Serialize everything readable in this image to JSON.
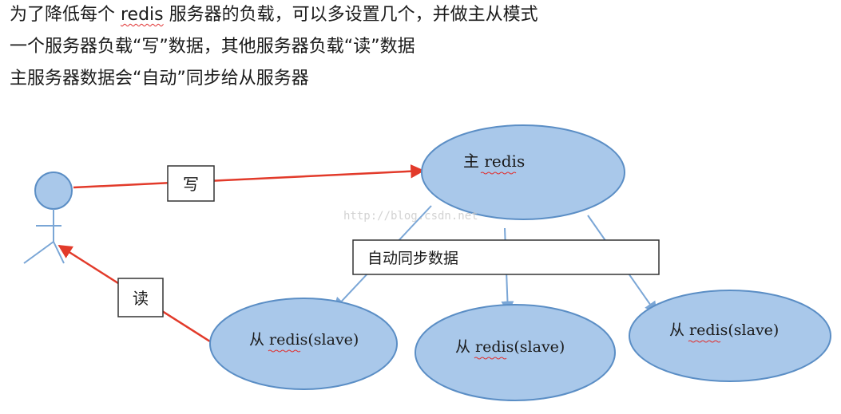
{
  "heading": {
    "line1_prefix": "为了降低每个 ",
    "line1_term": "redis",
    "line1_suffix": " 服务器的负载，可以多设置几个，并做主从模式",
    "line2": "一个服务器负载“写”数据，其他服务器负载“读”数据",
    "line3": "主服务器数据会“自动”同步给从服务器"
  },
  "diagram": {
    "master": {
      "label_prefix": "主 ",
      "label_term": "redis"
    },
    "slaves": [
      {
        "label_prefix": "从 ",
        "label_term": "redis",
        "label_suffix": "(slave)"
      },
      {
        "label_prefix": "从 ",
        "label_term": "redis",
        "label_suffix": "(slave)"
      },
      {
        "label_prefix": "从 ",
        "label_term": "redis",
        "label_suffix": "(slave)"
      }
    ],
    "write_label": "写",
    "read_label": "读",
    "sync_label": "自动同步数据",
    "watermark": "http://blog.csdn.net",
    "colors": {
      "node_fill": "#a9c8ea",
      "node_stroke": "#5b8ec5",
      "arrow_red": "#e23a2a",
      "arrow_blue": "#7aa6d6"
    }
  }
}
